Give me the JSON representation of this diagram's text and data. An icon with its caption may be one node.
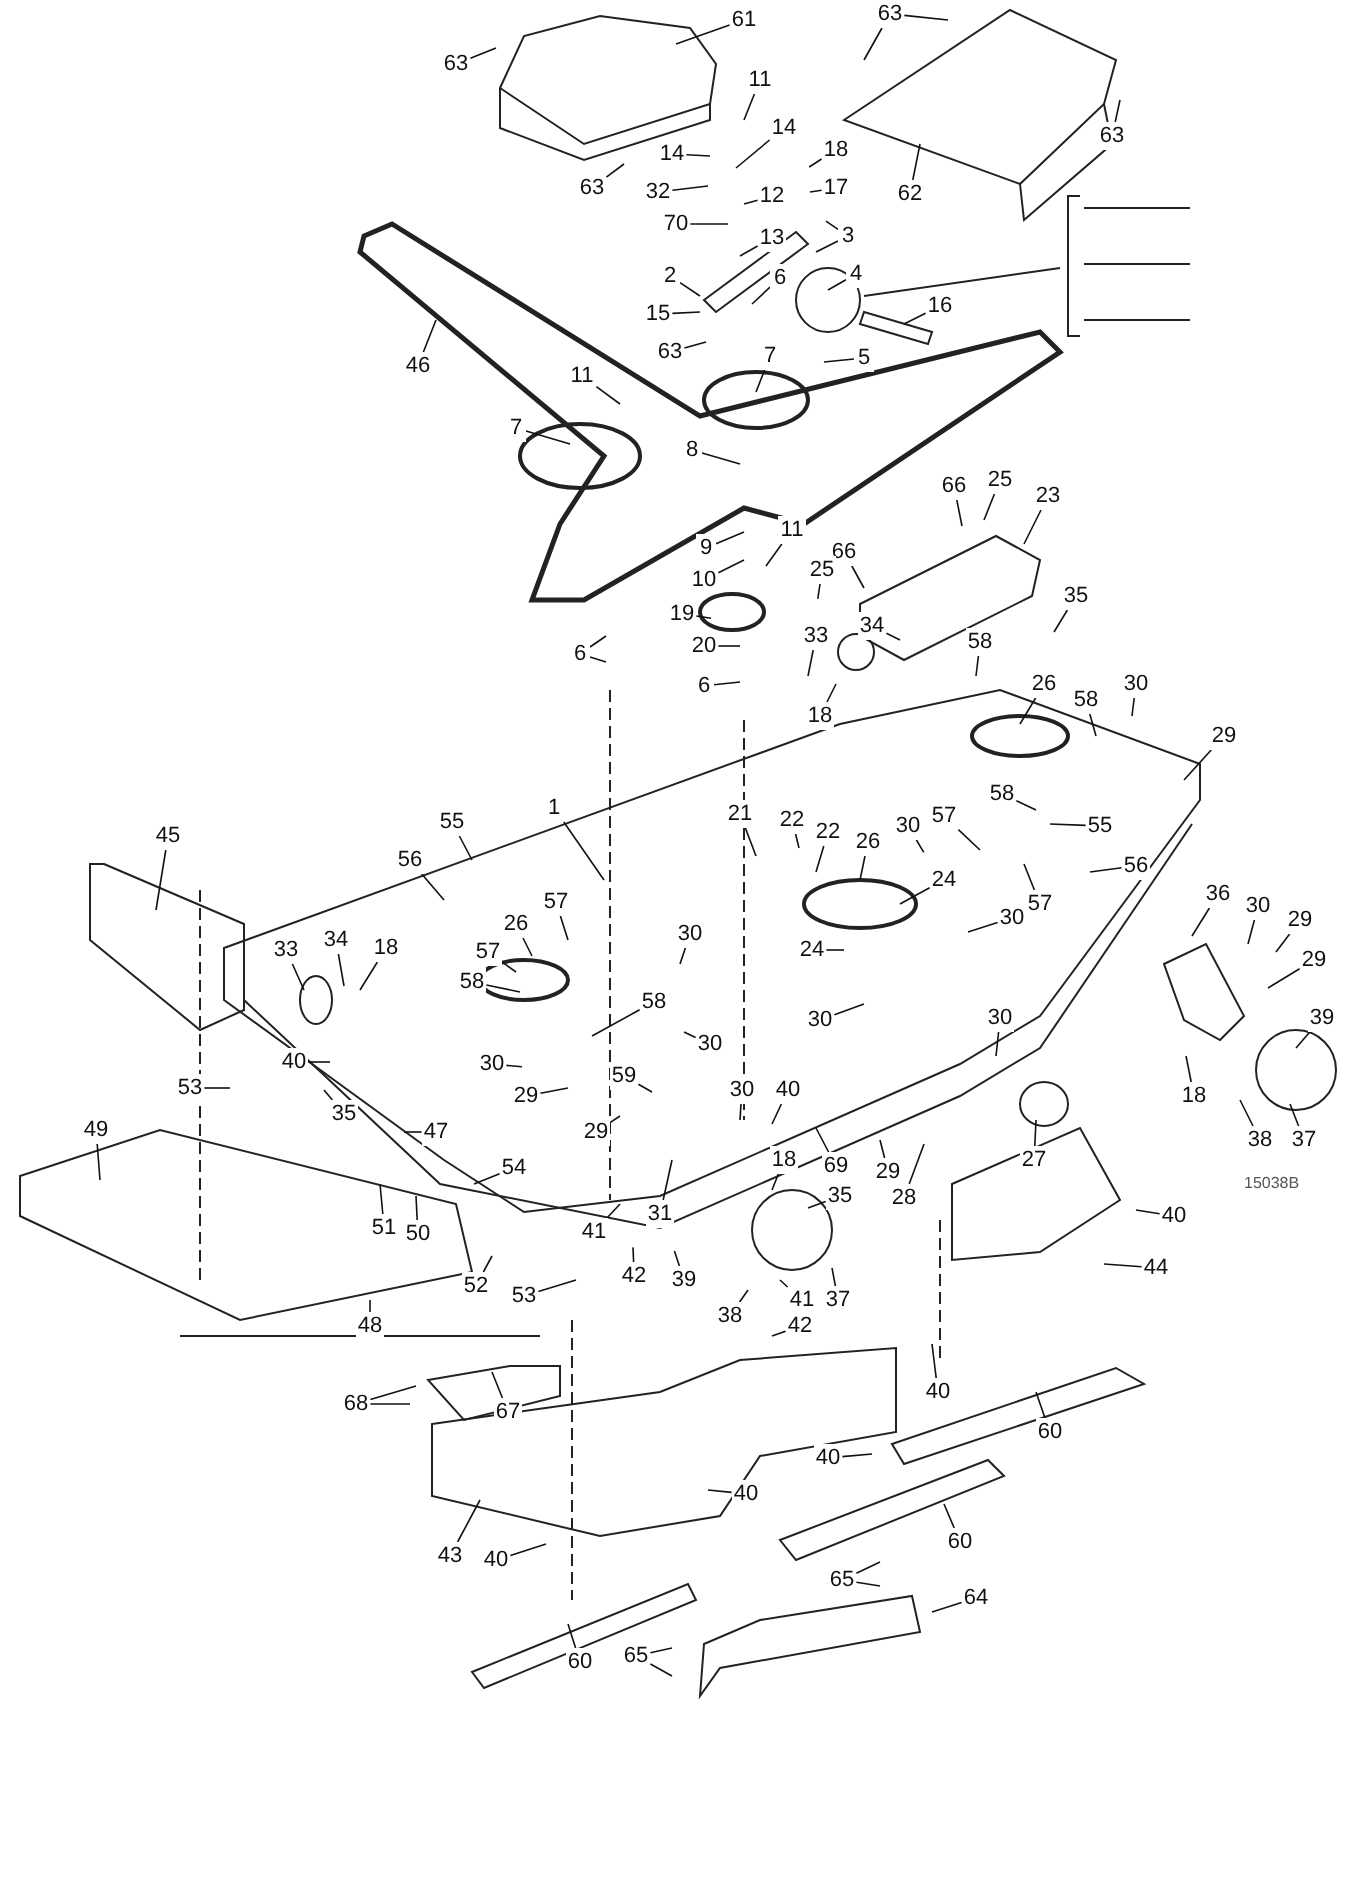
{
  "diagram": {
    "nodes": [
      {
        "text": [
          "63"
        ]
      },
      {
        "text": [
          "61"
        ]
      },
      {
        "text": [
          "63"
        ]
      },
      {
        "text": [
          "11"
        ]
      },
      {
        "text": [
          "14"
        ]
      },
      {
        "text": [
          "14"
        ]
      },
      {
        "text": [
          "18"
        ]
      },
      {
        "text": [
          "17"
        ]
      },
      {
        "text": [
          "63"
        ]
      },
      {
        "text": [
          "32"
        ]
      },
      {
        "text": [
          "12"
        ]
      },
      {
        "text": [
          "62"
        ]
      },
      {
        "text": [
          "63"
        ]
      },
      {
        "text": [
          "70"
        ]
      },
      {
        "text": [
          "3"
        ]
      },
      {
        "text": [
          "13"
        ]
      },
      {
        "text": [
          "4"
        ]
      },
      {
        "text": [
          "2"
        ]
      },
      {
        "text": [
          "6"
        ]
      },
      {
        "text": [
          "15"
        ]
      },
      {
        "text": [
          "16"
        ]
      },
      {
        "text": [
          "63"
        ]
      },
      {
        "text": [
          "46"
        ]
      },
      {
        "text": [
          "5"
        ]
      },
      {
        "text": [
          "11"
        ]
      },
      {
        "text": [
          "7"
        ]
      },
      {
        "text": [
          "7"
        ]
      },
      {
        "text": [
          "8"
        ]
      },
      {
        "text": [
          "66"
        ]
      },
      {
        "text": [
          "25"
        ]
      },
      {
        "text": [
          "23"
        ]
      },
      {
        "text": [
          "9"
        ]
      },
      {
        "text": [
          "11"
        ]
      },
      {
        "text": [
          "10"
        ]
      },
      {
        "text": [
          "66"
        ]
      },
      {
        "text": [
          "25"
        ]
      },
      {
        "text": [
          "35"
        ]
      },
      {
        "text": [
          "19"
        ]
      },
      {
        "text": [
          "33"
        ]
      },
      {
        "text": [
          "34"
        ]
      },
      {
        "text": [
          "20"
        ]
      },
      {
        "text": [
          "58"
        ]
      },
      {
        "text": [
          "6"
        ]
      },
      {
        "text": [
          "6"
        ]
      },
      {
        "text": [
          "18"
        ]
      },
      {
        "text": [
          "30"
        ]
      },
      {
        "text": [
          "26"
        ]
      },
      {
        "text": [
          "58"
        ]
      },
      {
        "text": [
          "29"
        ]
      },
      {
        "text": [
          "45"
        ]
      },
      {
        "text": [
          "55"
        ]
      },
      {
        "text": [
          "1"
        ]
      },
      {
        "text": [
          "56"
        ]
      },
      {
        "text": [
          "21"
        ]
      },
      {
        "text": [
          "22"
        ]
      },
      {
        "text": [
          "22"
        ]
      },
      {
        "text": [
          "30"
        ]
      },
      {
        "text": [
          "57"
        ]
      },
      {
        "text": [
          "58"
        ]
      },
      {
        "text": [
          "55"
        ]
      },
      {
        "text": [
          "26"
        ]
      },
      {
        "text": [
          "24"
        ]
      },
      {
        "text": [
          "57"
        ]
      },
      {
        "text": [
          "56"
        ]
      },
      {
        "text": [
          "30"
        ]
      },
      {
        "text": [
          "24"
        ]
      },
      {
        "text": [
          "33"
        ]
      },
      {
        "text": [
          "34"
        ]
      },
      {
        "text": [
          "18"
        ]
      },
      {
        "text": [
          "57"
        ]
      },
      {
        "text": [
          "57"
        ]
      },
      {
        "text": [
          "58"
        ]
      },
      {
        "text": [
          "26"
        ]
      },
      {
        "text": [
          "30"
        ]
      },
      {
        "text": [
          "58"
        ]
      },
      {
        "text": [
          "30"
        ]
      },
      {
        "text": [
          "36"
        ]
      },
      {
        "text": [
          "30"
        ]
      },
      {
        "text": [
          "29"
        ]
      },
      {
        "text": [
          "29"
        ]
      },
      {
        "text": [
          "30"
        ]
      },
      {
        "text": [
          "30"
        ]
      },
      {
        "text": [
          "30"
        ]
      },
      {
        "text": [
          "40"
        ]
      },
      {
        "text": [
          "35"
        ]
      },
      {
        "text": [
          "53"
        ]
      },
      {
        "text": [
          "29"
        ]
      },
      {
        "text": [
          "59"
        ]
      },
      {
        "text": [
          "29"
        ]
      },
      {
        "text": [
          "31"
        ]
      },
      {
        "text": [
          "47"
        ]
      },
      {
        "text": [
          "30"
        ]
      },
      {
        "text": [
          "40"
        ]
      },
      {
        "text": [
          "49"
        ]
      },
      {
        "text": [
          "18"
        ]
      },
      {
        "text": [
          "69"
        ]
      },
      {
        "text": [
          "35"
        ]
      },
      {
        "text": [
          "29"
        ]
      },
      {
        "text": [
          "28"
        ]
      },
      {
        "text": [
          "27"
        ]
      },
      {
        "text": [
          "18"
        ]
      },
      {
        "text": [
          "38"
        ]
      },
      {
        "text": [
          "37"
        ]
      },
      {
        "text": [
          "39"
        ]
      },
      {
        "text": [
          "54"
        ]
      },
      {
        "text": [
          "51"
        ]
      },
      {
        "text": [
          "50"
        ]
      },
      {
        "text": [
          "40"
        ]
      },
      {
        "text": [
          "44"
        ]
      },
      {
        "text": [
          "52"
        ]
      },
      {
        "text": [
          "53"
        ]
      },
      {
        "text": [
          "41"
        ]
      },
      {
        "text": [
          "42"
        ]
      },
      {
        "text": [
          "39"
        ]
      },
      {
        "text": [
          "41"
        ]
      },
      {
        "text": [
          "42"
        ]
      },
      {
        "text": [
          "38"
        ]
      },
      {
        "text": [
          "37"
        ]
      },
      {
        "text": [
          "48"
        ]
      },
      {
        "text": [
          "40"
        ]
      },
      {
        "text": [
          "67"
        ]
      },
      {
        "text": [
          "68"
        ]
      },
      {
        "text": [
          "40"
        ]
      },
      {
        "text": [
          "60"
        ]
      },
      {
        "text": [
          "43"
        ]
      },
      {
        "text": [
          "40"
        ]
      },
      {
        "text": [
          "60"
        ]
      },
      {
        "text": [
          "40"
        ]
      },
      {
        "text": [
          "65"
        ]
      },
      {
        "text": [
          "64"
        ]
      },
      {
        "text": [
          "60"
        ]
      },
      {
        "text": [
          "65"
        ]
      }
    ],
    "edges": [
      {
        "from": 0,
        "to": null,
        "arrow": "none"
      },
      {
        "from": 1,
        "to": null,
        "arrow": "none"
      },
      {
        "from": 2,
        "to": null,
        "arrow": "none"
      },
      {
        "from": 2,
        "to": null,
        "arrow": "none"
      },
      {
        "from": 3,
        "to": null,
        "arrow": "none"
      },
      {
        "from": 4,
        "to": null,
        "arrow": "none"
      },
      {
        "from": 5,
        "to": null,
        "arrow": "none"
      },
      {
        "from": 6,
        "to": null,
        "arrow": "none"
      },
      {
        "from": 7,
        "to": null,
        "arrow": "none"
      },
      {
        "from": 8,
        "to": null,
        "arrow": "none"
      },
      {
        "from": 9,
        "to": null,
        "arrow": "none"
      },
      {
        "from": 10,
        "to": null,
        "arrow": "none"
      },
      {
        "from": 11,
        "to": null,
        "arrow": "none"
      },
      {
        "from": 12,
        "to": null,
        "arrow": "none"
      },
      {
        "from": 13,
        "to": null,
        "arrow": "none"
      },
      {
        "from": 14,
        "to": null,
        "arrow": "none"
      },
      {
        "from": 14,
        "to": null,
        "arrow": "none"
      },
      {
        "from": 15,
        "to": null,
        "arrow": "none"
      },
      {
        "from": 16,
        "to": null,
        "arrow": "none"
      },
      {
        "from": 17,
        "to": null,
        "arrow": "none"
      },
      {
        "from": 18,
        "to": null,
        "arrow": "none"
      },
      {
        "from": 19,
        "to": null,
        "arrow": "none"
      },
      {
        "from": 20,
        "to": null,
        "arrow": "none"
      },
      {
        "from": 21,
        "to": null,
        "arrow": "none"
      },
      {
        "from": 22,
        "to": null,
        "arrow": "none"
      },
      {
        "from": 23,
        "to": null,
        "arrow": "none"
      },
      {
        "from": 24,
        "to": null,
        "arrow": "none"
      },
      {
        "from": 25,
        "to": null,
        "arrow": "none"
      },
      {
        "from": 26,
        "to": null,
        "arrow": "none"
      },
      {
        "from": 27,
        "to": null,
        "arrow": "none"
      },
      {
        "from": 28,
        "to": null,
        "arrow": "none"
      },
      {
        "from": 29,
        "to": null,
        "arrow": "none"
      },
      {
        "from": 30,
        "to": null,
        "arrow": "none"
      },
      {
        "from": 31,
        "to": null,
        "arrow": "none"
      },
      {
        "from": 32,
        "to": null,
        "arrow": "none"
      },
      {
        "from": 33,
        "to": null,
        "arrow": "none"
      },
      {
        "from": 34,
        "to": null,
        "arrow": "none"
      },
      {
        "from": 35,
        "to": null,
        "arrow": "none"
      },
      {
        "from": 36,
        "to": null,
        "arrow": "none"
      },
      {
        "from": 37,
        "to": null,
        "arrow": "none"
      },
      {
        "from": 38,
        "to": null,
        "arrow": "none"
      },
      {
        "from": 39,
        "to": null,
        "arrow": "none"
      },
      {
        "from": 40,
        "to": null,
        "arrow": "none"
      },
      {
        "from": 41,
        "to": null,
        "arrow": "none"
      },
      {
        "from": 42,
        "to": null,
        "arrow": "none"
      },
      {
        "from": 42,
        "to": null,
        "arrow": "none"
      },
      {
        "from": 43,
        "to": null,
        "arrow": "none"
      },
      {
        "from": 44,
        "to": null,
        "arrow": "none"
      },
      {
        "from": 45,
        "to": null,
        "arrow": "none"
      },
      {
        "from": 46,
        "to": null,
        "arrow": "none"
      },
      {
        "from": 47,
        "to": null,
        "arrow": "none"
      },
      {
        "from": 48,
        "to": null,
        "arrow": "none"
      },
      {
        "from": 49,
        "to": null,
        "arrow": "none"
      },
      {
        "from": 50,
        "to": null,
        "arrow": "none"
      },
      {
        "from": 51,
        "to": null,
        "arrow": "none"
      },
      {
        "from": 52,
        "to": null,
        "arrow": "none"
      },
      {
        "from": 53,
        "to": null,
        "arrow": "none"
      },
      {
        "from": 54,
        "to": null,
        "arrow": "none"
      },
      {
        "from": 55,
        "to": null,
        "arrow": "none"
      },
      {
        "from": 56,
        "to": null,
        "arrow": "none"
      },
      {
        "from": 57,
        "to": null,
        "arrow": "none"
      },
      {
        "from": 58,
        "to": null,
        "arrow": "none"
      },
      {
        "from": 59,
        "to": null,
        "arrow": "none"
      },
      {
        "from": 60,
        "to": null,
        "arrow": "none"
      },
      {
        "from": 61,
        "to": null,
        "arrow": "none"
      },
      {
        "from": 62,
        "to": null,
        "arrow": "none"
      },
      {
        "from": 63,
        "to": null,
        "arrow": "none"
      },
      {
        "from": 64,
        "to": null,
        "arrow": "none"
      },
      {
        "from": 65,
        "to": null,
        "arrow": "none"
      },
      {
        "from": 66,
        "to": null,
        "arrow": "none"
      },
      {
        "from": 67,
        "to": null,
        "arrow": "none"
      },
      {
        "from": 68,
        "to": null,
        "arrow": "none"
      },
      {
        "from": 69,
        "to": null,
        "arrow": "none"
      },
      {
        "from": 70,
        "to": null,
        "arrow": "none"
      },
      {
        "from": 71,
        "to": null,
        "arrow": "none"
      },
      {
        "from": 72,
        "to": null,
        "arrow": "none"
      },
      {
        "from": 73,
        "to": null,
        "arrow": "none"
      },
      {
        "from": 74,
        "to": null,
        "arrow": "none"
      },
      {
        "from": 75,
        "to": null,
        "arrow": "none"
      },
      {
        "from": 76,
        "to": null,
        "arrow": "none"
      },
      {
        "from": 77,
        "to": null,
        "arrow": "none"
      },
      {
        "from": 78,
        "to": null,
        "arrow": "none"
      },
      {
        "from": 79,
        "to": null,
        "arrow": "none"
      },
      {
        "from": 80,
        "to": null,
        "arrow": "none"
      },
      {
        "from": 81,
        "to": null,
        "arrow": "none"
      },
      {
        "from": 82,
        "to": null,
        "arrow": "none"
      },
      {
        "from": 83,
        "to": null,
        "arrow": "none"
      },
      {
        "from": 84,
        "to": null,
        "arrow": "none"
      },
      {
        "from": 85,
        "to": null,
        "arrow": "none"
      },
      {
        "from": 86,
        "to": null,
        "arrow": "none"
      },
      {
        "from": 87,
        "to": null,
        "arrow": "none"
      },
      {
        "from": 88,
        "to": null,
        "arrow": "none"
      },
      {
        "from": 89,
        "to": null,
        "arrow": "none"
      },
      {
        "from": 90,
        "to": null,
        "arrow": "none"
      },
      {
        "from": 91,
        "to": null,
        "arrow": "none"
      },
      {
        "from": 92,
        "to": null,
        "arrow": "none"
      },
      {
        "from": 93,
        "to": null,
        "arrow": "none"
      },
      {
        "from": 94,
        "to": null,
        "arrow": "none"
      },
      {
        "from": 95,
        "to": null,
        "arrow": "none"
      },
      {
        "from": 96,
        "to": null,
        "arrow": "none"
      },
      {
        "from": 97,
        "to": null,
        "arrow": "none"
      },
      {
        "from": 98,
        "to": null,
        "arrow": "none"
      },
      {
        "from": 99,
        "to": null,
        "arrow": "none"
      },
      {
        "from": 100,
        "to": null,
        "arrow": "none"
      },
      {
        "from": 101,
        "to": null,
        "arrow": "none"
      },
      {
        "from": 102,
        "to": null,
        "arrow": "none"
      },
      {
        "from": 103,
        "to": null,
        "arrow": "none"
      },
      {
        "from": 104,
        "to": null,
        "arrow": "none"
      },
      {
        "from": 105,
        "to": null,
        "arrow": "none"
      },
      {
        "from": 106,
        "to": null,
        "arrow": "none"
      },
      {
        "from": 107,
        "to": null,
        "arrow": "none"
      },
      {
        "from": 108,
        "to": null,
        "arrow": "none"
      },
      {
        "from": 109,
        "to": null,
        "arrow": "none"
      },
      {
        "from": 110,
        "to": null,
        "arrow": "none"
      },
      {
        "from": 111,
        "to": null,
        "arrow": "none"
      },
      {
        "from": 112,
        "to": null,
        "arrow": "none"
      },
      {
        "from": 113,
        "to": null,
        "arrow": "none"
      },
      {
        "from": 114,
        "to": null,
        "arrow": "none"
      },
      {
        "from": 115,
        "to": null,
        "arrow": "none"
      },
      {
        "from": 116,
        "to": null,
        "arrow": "none"
      },
      {
        "from": 117,
        "to": null,
        "arrow": "none"
      },
      {
        "from": 118,
        "to": null,
        "arrow": "none"
      },
      {
        "from": 119,
        "to": null,
        "arrow": "none"
      },
      {
        "from": 120,
        "to": null,
        "arrow": "none"
      },
      {
        "from": 121,
        "to": null,
        "arrow": "none"
      },
      {
        "from": 121,
        "to": null,
        "arrow": "none"
      },
      {
        "from": 122,
        "to": null,
        "arrow": "none"
      },
      {
        "from": 123,
        "to": null,
        "arrow": "none"
      },
      {
        "from": 124,
        "to": null,
        "arrow": "none"
      },
      {
        "from": 125,
        "to": null,
        "arrow": "none"
      },
      {
        "from": 126,
        "to": null,
        "arrow": "none"
      },
      {
        "from": 127,
        "to": null,
        "arrow": "none"
      },
      {
        "from": 128,
        "to": null,
        "arrow": "none"
      },
      {
        "from": 128,
        "to": null,
        "arrow": "none"
      },
      {
        "from": 129,
        "to": null,
        "arrow": "none"
      },
      {
        "from": 130,
        "to": null,
        "arrow": "none"
      },
      {
        "from": 131,
        "to": null,
        "arrow": "none"
      },
      {
        "from": 131,
        "to": null,
        "arrow": "none"
      }
    ],
    "labels": [
      "15038B"
    ]
  }
}
